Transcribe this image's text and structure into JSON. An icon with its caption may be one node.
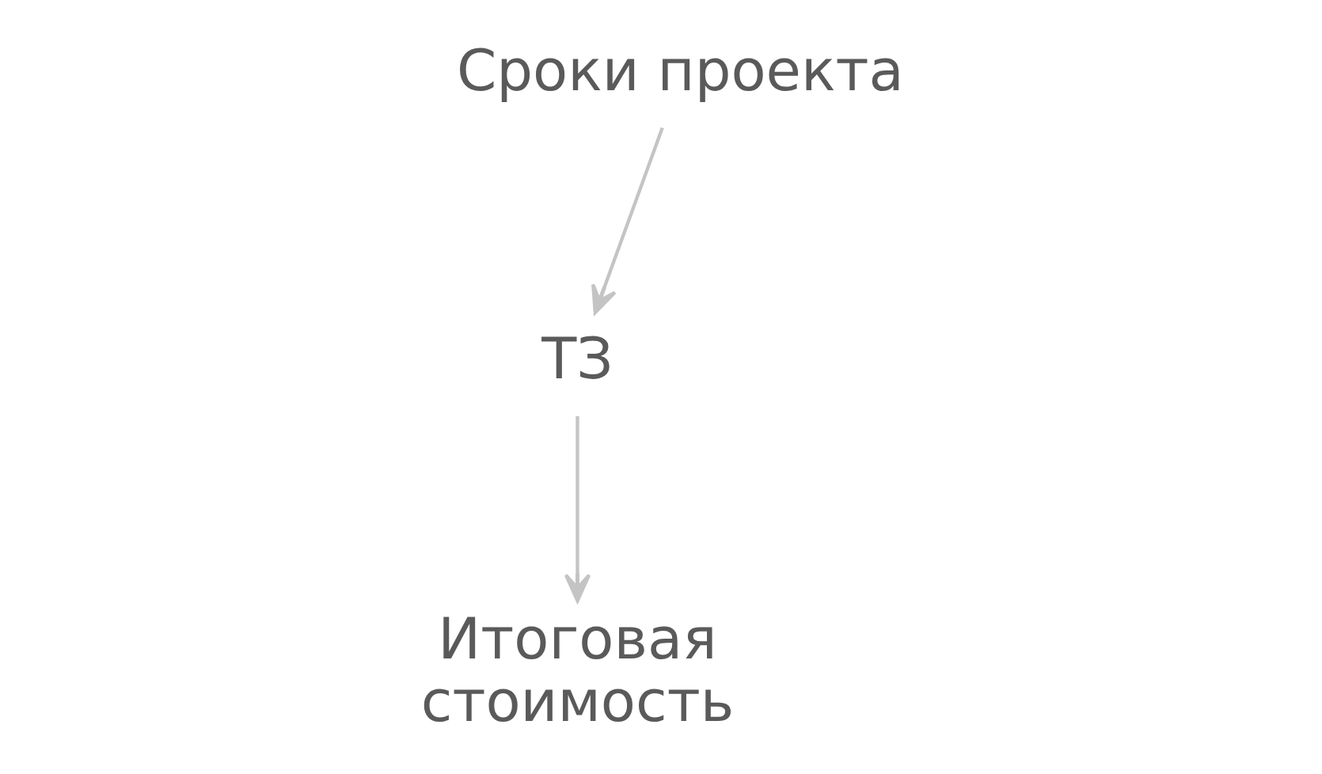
{
  "diagram": {
    "nodes": [
      {
        "text": [
          "Сроки проекта"
        ]
      },
      {
        "text": [
          "ТЗ"
        ]
      },
      {
        "text": [
          "Итоговая стоимость"
        ]
      }
    ],
    "edges": [
      {
        "from": 0,
        "to": 1,
        "arrow": "to"
      },
      {
        "from": 1,
        "to": 2,
        "arrow": "to"
      }
    ]
  }
}
